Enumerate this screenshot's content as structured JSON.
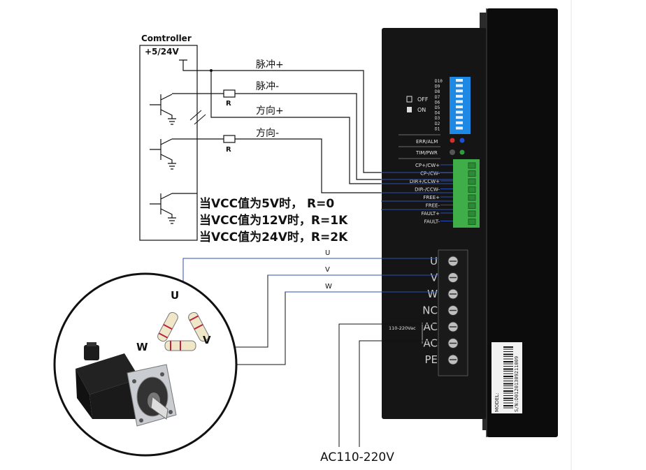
{
  "controller": {
    "title": "Comtroller",
    "voltage": "+5/24V"
  },
  "signals": [
    {
      "label": "脉冲+"
    },
    {
      "label": "脉冲-"
    },
    {
      "label": "方向+"
    },
    {
      "label": "方向-"
    }
  ],
  "resistor_label": "R",
  "notes": [
    "当VCC值为5V时， R=0",
    "当VCC值为12V时，R=1K",
    "当VCC值为24V时，R=2K"
  ],
  "phase_wires": [
    {
      "label": "U"
    },
    {
      "label": "V"
    },
    {
      "label": "W"
    }
  ],
  "motor": {
    "labels": {
      "u": "U",
      "v": "V",
      "w": "W"
    }
  },
  "driver": {
    "switch_states": {
      "off": "OFF",
      "on": "ON"
    },
    "dip_labels": [
      "D10",
      "D9",
      "D8",
      "D7",
      "D6",
      "D5",
      "D4",
      "D3",
      "D2",
      "D1"
    ],
    "indicators": [
      "ERR/ALM",
      "TIM/PWR"
    ],
    "signal_terminals": [
      "CP+/CW+",
      "CP-/CW-",
      "DIR+/CCW+",
      "DIR-/CCW-",
      "FREE+",
      "FREE-",
      "FAULT+",
      "FAULT-"
    ],
    "power_terminals": [
      "U",
      "V",
      "W",
      "NC",
      "AC",
      "AC",
      "PE"
    ],
    "ac_range_label": "110-220Vac",
    "serial_text": "S/N:D01201309211009",
    "model_text": "MODEL:"
  },
  "power_input_label": "AC110-220V",
  "colors": {
    "signal_wire": "#2a4fb0",
    "driver_body": "#111111",
    "terminal_green": "#3fae49",
    "dip_blue": "#1e88e5",
    "led_red": "#d32f2f",
    "led_blue": "#1e4fd8",
    "led_green": "#2e9c3c"
  }
}
